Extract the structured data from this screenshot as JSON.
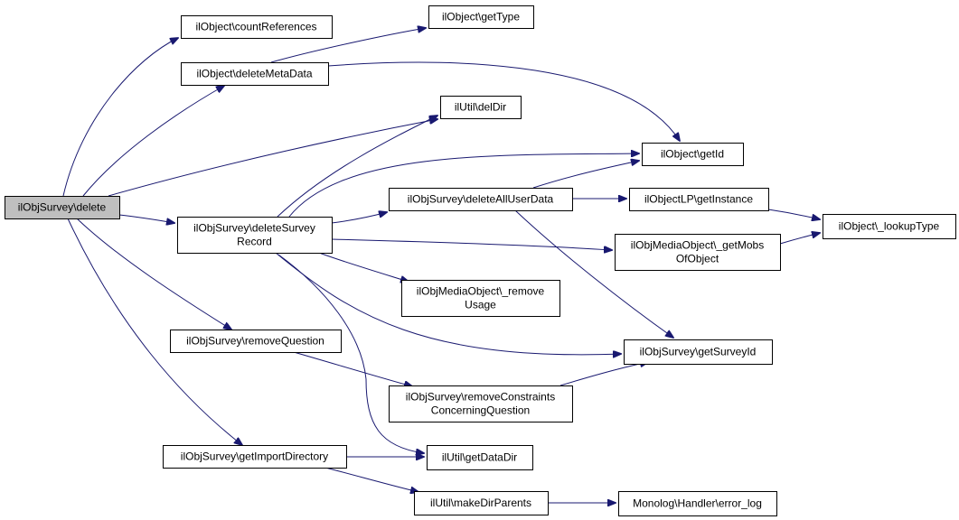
{
  "nodes": [
    {
      "id": "delete",
      "lines": [
        "ilObjSurvey\\delete"
      ],
      "root": true
    },
    {
      "id": "countReferences",
      "lines": [
        "ilObject\\countReferences"
      ]
    },
    {
      "id": "getType",
      "lines": [
        "ilObject\\getType"
      ]
    },
    {
      "id": "deleteMetaData",
      "lines": [
        "ilObject\\deleteMetaData"
      ]
    },
    {
      "id": "delDir",
      "lines": [
        "ilUtil\\delDir"
      ]
    },
    {
      "id": "getId",
      "lines": [
        "ilObject\\getId"
      ]
    },
    {
      "id": "deleteSurveyRecord",
      "lines": [
        "ilObjSurvey\\deleteSurvey",
        "Record"
      ]
    },
    {
      "id": "deleteAllUserData",
      "lines": [
        "ilObjSurvey\\deleteAllUserData"
      ]
    },
    {
      "id": "getInstance",
      "lines": [
        "ilObjectLP\\getInstance"
      ]
    },
    {
      "id": "lookupType",
      "lines": [
        "ilObject\\_lookupType"
      ]
    },
    {
      "id": "getMobsOfObject",
      "lines": [
        "ilObjMediaObject\\_getMobs",
        "OfObject"
      ]
    },
    {
      "id": "removeUsage",
      "lines": [
        "ilObjMediaObject\\_remove",
        "Usage"
      ]
    },
    {
      "id": "removeQuestion",
      "lines": [
        "ilObjSurvey\\removeQuestion"
      ]
    },
    {
      "id": "getSurveyId",
      "lines": [
        "ilObjSurvey\\getSurveyId"
      ]
    },
    {
      "id": "removeConstraints",
      "lines": [
        "ilObjSurvey\\removeConstraints",
        "ConcerningQuestion"
      ]
    },
    {
      "id": "getImportDirectory",
      "lines": [
        "ilObjSurvey\\getImportDirectory"
      ]
    },
    {
      "id": "getDataDir",
      "lines": [
        "ilUtil\\getDataDir"
      ]
    },
    {
      "id": "makeDirParents",
      "lines": [
        "ilUtil\\makeDirParents"
      ]
    },
    {
      "id": "errorLog",
      "lines": [
        "Monolog\\Handler\\error_log"
      ]
    }
  ],
  "edges": [
    [
      "delete",
      "countReferences"
    ],
    [
      "delete",
      "deleteMetaData"
    ],
    [
      "delete",
      "delDir"
    ],
    [
      "delete",
      "deleteSurveyRecord"
    ],
    [
      "delete",
      "removeQuestion"
    ],
    [
      "delete",
      "getImportDirectory"
    ],
    [
      "deleteMetaData",
      "getType"
    ],
    [
      "deleteMetaData",
      "getId"
    ],
    [
      "deleteSurveyRecord",
      "delDir"
    ],
    [
      "deleteSurveyRecord",
      "getId"
    ],
    [
      "deleteSurveyRecord",
      "deleteAllUserData"
    ],
    [
      "deleteSurveyRecord",
      "getMobsOfObject"
    ],
    [
      "deleteSurveyRecord",
      "removeUsage"
    ],
    [
      "deleteSurveyRecord",
      "getSurveyId"
    ],
    [
      "deleteSurveyRecord",
      "getDataDir"
    ],
    [
      "deleteAllUserData",
      "getId"
    ],
    [
      "deleteAllUserData",
      "getInstance"
    ],
    [
      "deleteAllUserData",
      "getSurveyId"
    ],
    [
      "getInstance",
      "lookupType"
    ],
    [
      "getMobsOfObject",
      "lookupType"
    ],
    [
      "removeQuestion",
      "removeConstraints"
    ],
    [
      "removeConstraints",
      "getSurveyId"
    ],
    [
      "getImportDirectory",
      "getDataDir"
    ],
    [
      "getImportDirectory",
      "makeDirParents"
    ],
    [
      "makeDirParents",
      "errorLog"
    ]
  ]
}
